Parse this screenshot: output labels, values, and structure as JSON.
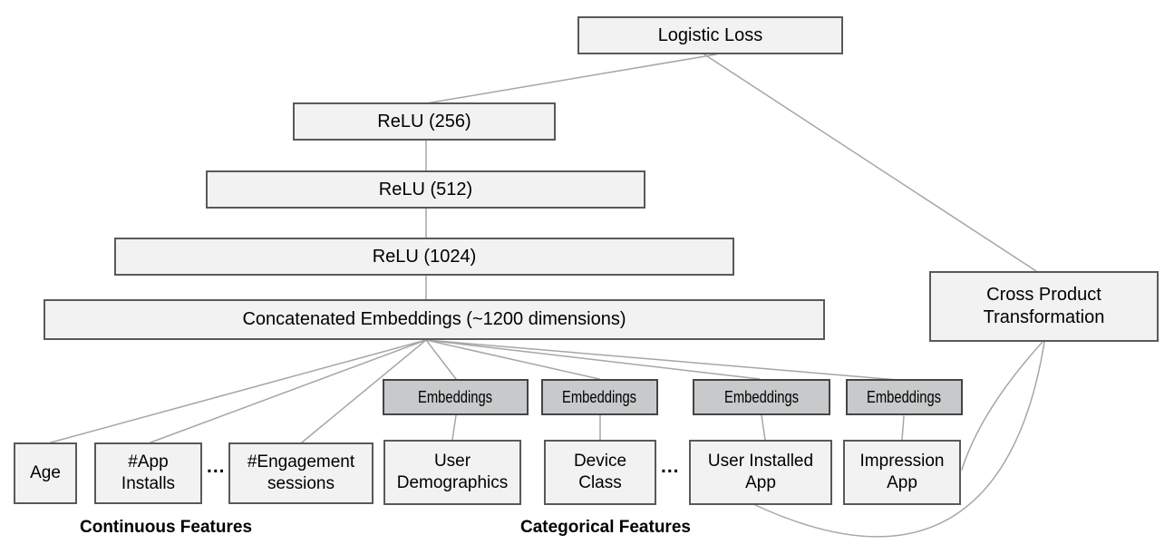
{
  "colors": {
    "background": "#ffffff",
    "box_fill": "#f2f2f2",
    "box_border": "#595959",
    "embedding_fill": "#c8c9ca",
    "embedding_border": "#454545",
    "connector": "#a6a6a6",
    "text": "#000000"
  },
  "deep_stack": {
    "logistic_loss": "Logistic Loss",
    "relu_256": "ReLU (256)",
    "relu_512": "ReLU (512)",
    "relu_1024": "ReLU (1024)",
    "concatenated_embeddings": "Concatenated Embeddings (~1200 dimensions)"
  },
  "wide_component": {
    "cross_product_transformation": "Cross Product\nTransformation"
  },
  "embeddings_label": "Embeddings",
  "features": {
    "continuous": {
      "age": "Age",
      "app_installs": "#App\nInstalls",
      "engagement_sessions": "#Engagement\nsessions"
    },
    "categorical": {
      "user_demographics": "User\nDemographics",
      "device_class": "Device\nClass",
      "user_installed_app": "User Installed\nApp",
      "impression_app": "Impression\nApp"
    },
    "ellipsis": "...",
    "continuous_group_label": "Continuous Features",
    "categorical_group_label": "Categorical Features"
  }
}
